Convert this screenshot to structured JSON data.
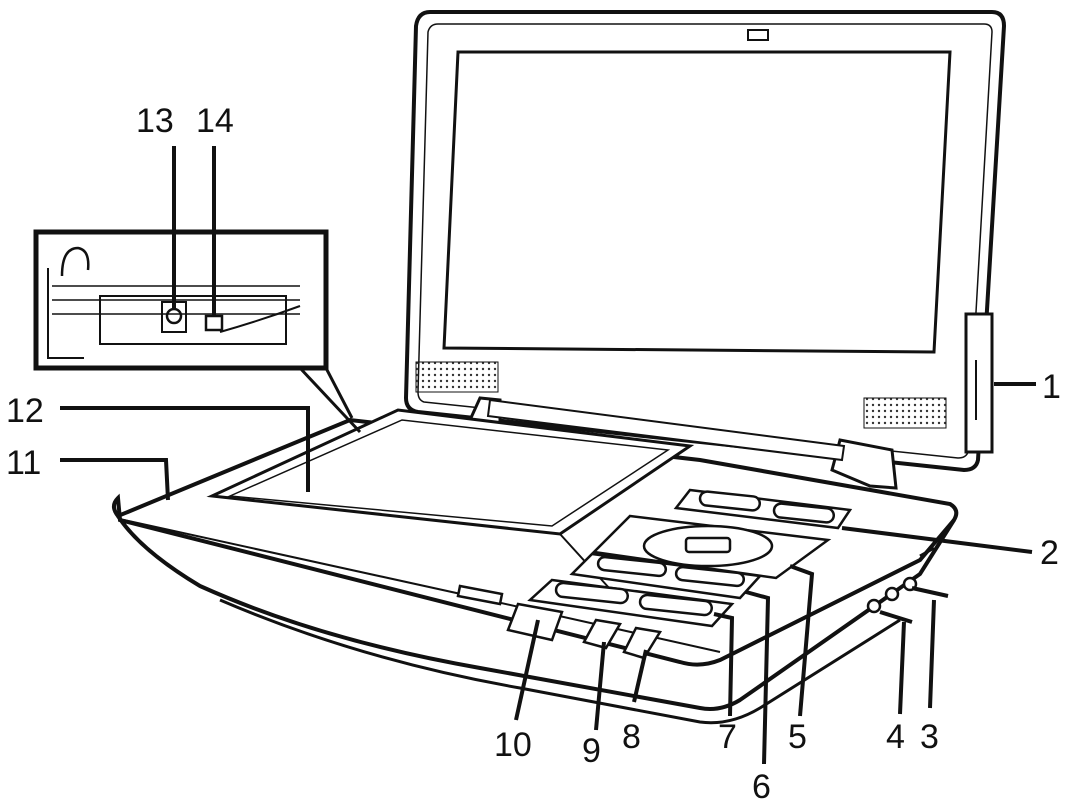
{
  "callouts": [
    {
      "id": "1",
      "label": "1"
    },
    {
      "id": "2",
      "label": "2"
    },
    {
      "id": "3",
      "label": "3"
    },
    {
      "id": "4",
      "label": "4"
    },
    {
      "id": "5",
      "label": "5"
    },
    {
      "id": "6",
      "label": "6"
    },
    {
      "id": "7",
      "label": "7"
    },
    {
      "id": "8",
      "label": "8"
    },
    {
      "id": "9",
      "label": "9"
    },
    {
      "id": "10",
      "label": "10"
    },
    {
      "id": "11",
      "label": "11"
    },
    {
      "id": "12",
      "label": "12"
    },
    {
      "id": "13",
      "label": "13"
    },
    {
      "id": "14",
      "label": "14"
    }
  ],
  "colors": {
    "line": "#111111",
    "screen_gray": "#cfcfcf",
    "speaker_dots": "#333333",
    "background": "#ffffff"
  }
}
